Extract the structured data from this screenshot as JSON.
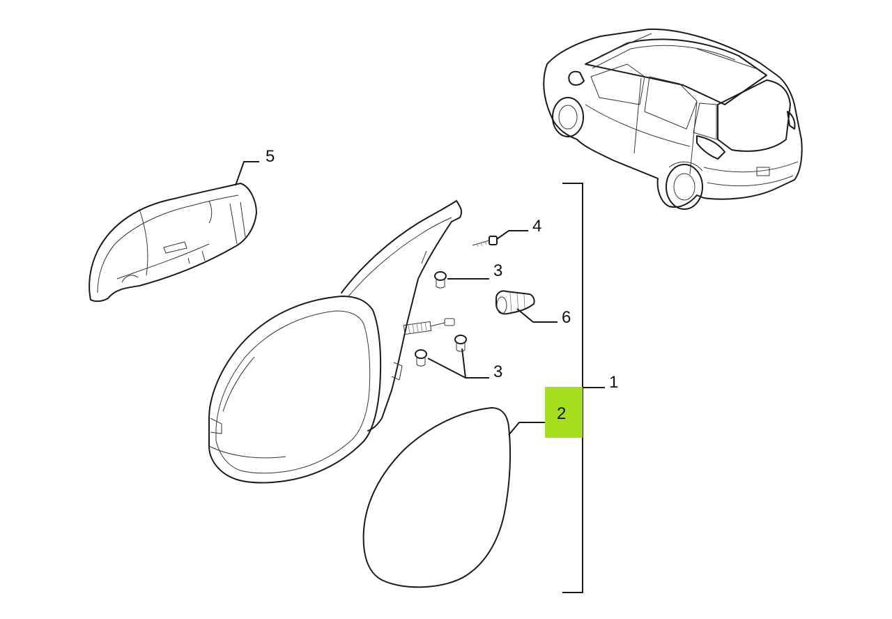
{
  "callouts": {
    "c1": "1",
    "c2": "2",
    "c3_top": "3",
    "c3_bottom": "3",
    "c4": "4",
    "c5": "5",
    "c6": "6"
  },
  "highlight": {
    "part": "2",
    "color": "#a3df1e"
  },
  "colors": {
    "line": "#1a1a1a",
    "background": "#ffffff"
  }
}
